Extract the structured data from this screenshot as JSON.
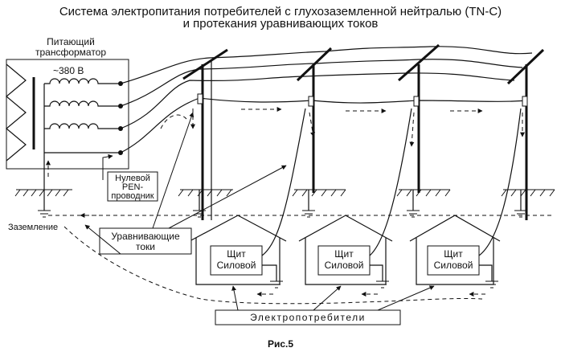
{
  "title": {
    "line1": "Система электропитания потребителей с глухозаземленной нейтралью (TN-C)",
    "line2": "и протекания уравнивающих токов"
  },
  "transformer": {
    "label_line1": "Питающий",
    "label_line2": "трансформатор",
    "voltage": "~380 В"
  },
  "labels": {
    "pen_line1": "Нулевой",
    "pen_line2": "PEN-",
    "pen_line3": "проводник",
    "grounding": "Заземление",
    "currents_line1": "Уравнивающие",
    "currents_line2": "токи",
    "consumers": "Электропотребители",
    "figure": "Рис.5"
  },
  "panels": [
    {
      "line1": "Щит",
      "line2": "Силовой"
    },
    {
      "line1": "Щит",
      "line2": "Силовой"
    },
    {
      "line1": "Щит",
      "line2": "Силовой"
    }
  ]
}
